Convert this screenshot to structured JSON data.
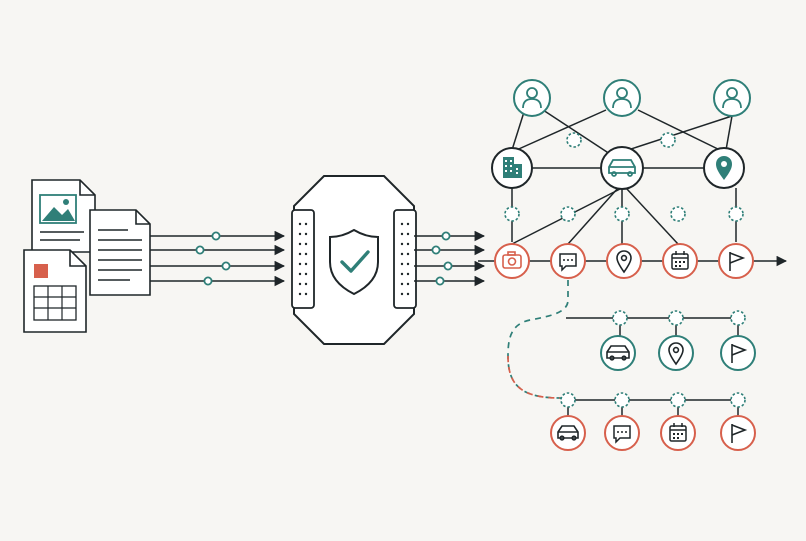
{
  "colors": {
    "background": "#f7f6f3",
    "ink": "#1f2629",
    "teal": "#2f7f78",
    "coral": "#d7604c",
    "paper": "#ffffff"
  },
  "diagram": {
    "inputs": {
      "documents": [
        {
          "name": "image-document",
          "icon": "image-icon"
        },
        {
          "name": "text-document",
          "icon": "text-lines-icon"
        },
        {
          "name": "spreadsheet-document",
          "icon": "spreadsheet-icon"
        }
      ],
      "arrow_count": 4
    },
    "processor": {
      "name": "security-filter",
      "icon": "shield-check-icon"
    },
    "graph": {
      "people": [
        {
          "name": "person-node-1",
          "icon": "person-icon"
        },
        {
          "name": "person-node-2",
          "icon": "person-icon"
        },
        {
          "name": "person-node-3",
          "icon": "person-icon"
        }
      ],
      "entities": [
        {
          "name": "building-node",
          "icon": "building-icon"
        },
        {
          "name": "vehicle-node",
          "icon": "car-icon"
        },
        {
          "name": "place-node",
          "icon": "location-pin-icon"
        }
      ],
      "timeline_events": [
        {
          "name": "photo-event",
          "icon": "camera-icon"
        },
        {
          "name": "message-event",
          "icon": "chat-icon"
        },
        {
          "name": "location-event",
          "icon": "location-pin-icon"
        },
        {
          "name": "calendar-event",
          "icon": "calendar-icon"
        },
        {
          "name": "flag-event",
          "icon": "flag-icon"
        }
      ],
      "branch_teal": [
        {
          "name": "branch-car-node",
          "icon": "car-icon"
        },
        {
          "name": "branch-pin-node",
          "icon": "location-pin-icon"
        },
        {
          "name": "branch-flag-node",
          "icon": "flag-icon"
        }
      ],
      "branch_coral": [
        {
          "name": "branch-coral-car-node",
          "icon": "car-icon"
        },
        {
          "name": "branch-coral-chat-node",
          "icon": "chat-icon"
        },
        {
          "name": "branch-coral-calendar-node",
          "icon": "calendar-icon"
        },
        {
          "name": "branch-coral-flag-node",
          "icon": "flag-icon"
        }
      ]
    }
  }
}
